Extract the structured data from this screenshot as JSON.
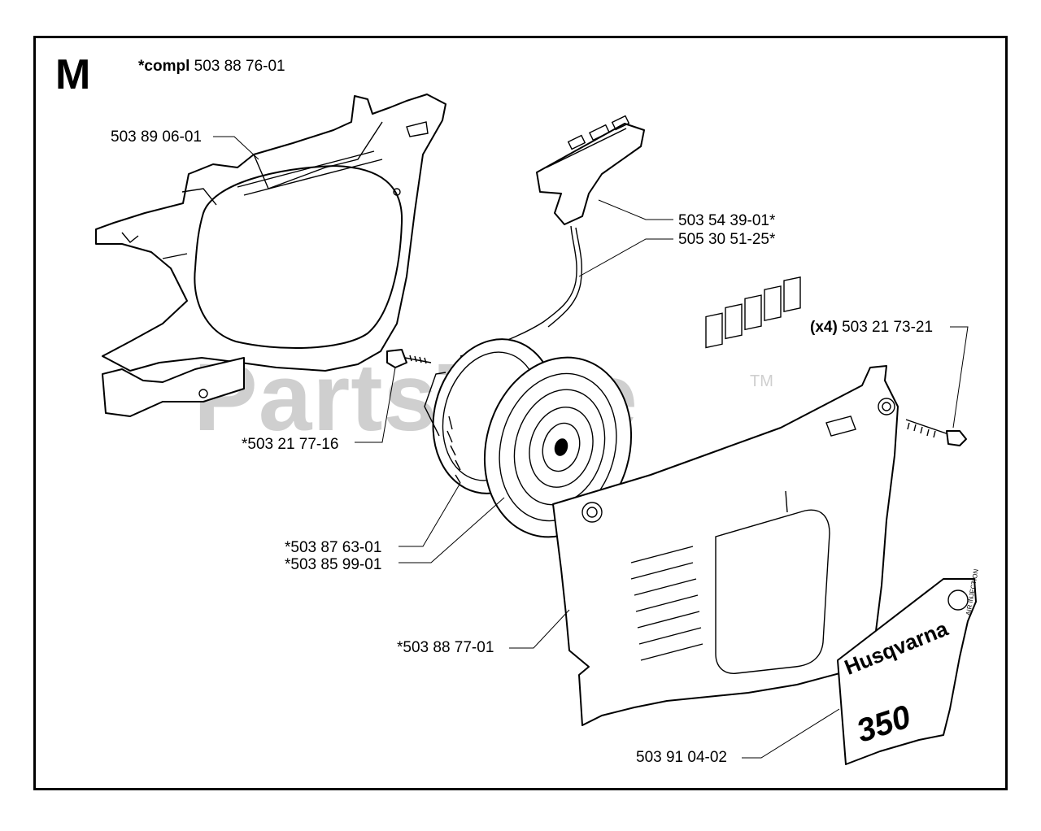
{
  "section_letter": "M",
  "watermark": {
    "text": "PartsTree",
    "tm": "TM"
  },
  "header": {
    "compl_prefix": "*compl",
    "compl_number": "503 88 76-01"
  },
  "callouts": [
    {
      "id": "housing",
      "text": "503 89 06-01"
    },
    {
      "id": "handle",
      "text": "503 54 39-01*"
    },
    {
      "id": "cord",
      "text": "505 30 51-25*"
    },
    {
      "id": "screw-qty",
      "text": "(x4)"
    },
    {
      "id": "screw",
      "text": "503 21 73-21"
    },
    {
      "id": "pulley-screw",
      "text": "*503 21 77-16"
    },
    {
      "id": "pulley",
      "text": "*503 87 63-01"
    },
    {
      "id": "spring",
      "text": "*503 85 99-01"
    },
    {
      "id": "cover",
      "text": "*503 88 77-01"
    },
    {
      "id": "decal",
      "text": "503 91 04-02"
    }
  ],
  "decal": {
    "brand": "Husqvarna",
    "model": "350",
    "tag": "AIR INJECTION"
  }
}
